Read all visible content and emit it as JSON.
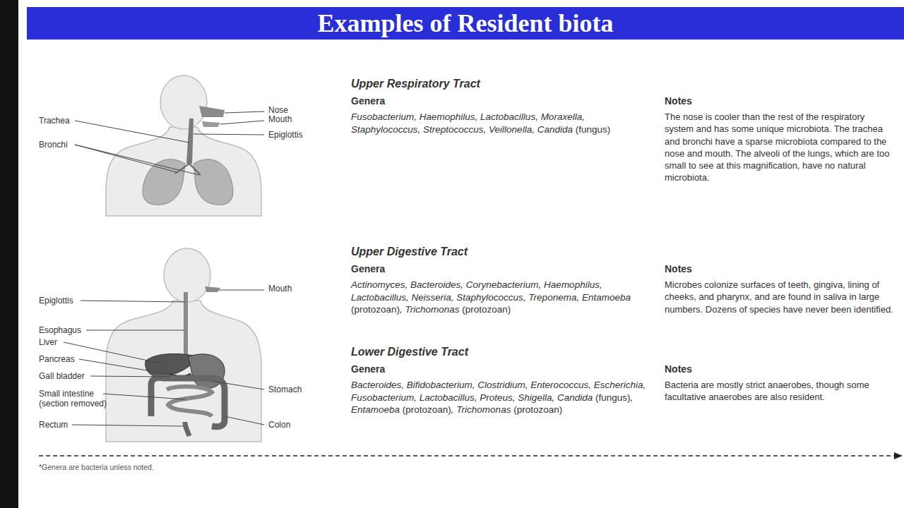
{
  "diagram": {
    "title": "Examples of Resident biota",
    "labels": [
      "Nose",
      "Mouth",
      "Epiglottis",
      "Trachea",
      "Bronchi",
      "Upper Respiratory Tract",
      "Genera",
      "Fusobacterium, Haemophilus, Lactobacillus, Moraxella, Staphylococcus, Streptococcus, Veillonella, Candida (fungus)",
      "Notes",
      "The nose is cooler than the rest of the respiratory system and has some unique microbiota. The trachea and bronchi have a sparse microbiota compared to the nose and mouth. The alveoli of the lungs, which are too small to see at this magnification, have no natural microbiota.",
      "Mouth",
      "Epiglottis",
      "Esophagus",
      "Liver",
      "Pancreas",
      "Gall bladder",
      "Small intestine (section removed)",
      "Stomach",
      "Rectum",
      "Colon",
      "Upper Digestive Tract",
      "Genera",
      "Actinomyces, Bacteroides, Corynebacterium, Haemophilus, Lactobacillus, Neisseria, Staphylococcus, Treponema, Entamoeba (protozoan), Trichomonas (protozoan)",
      "Notes",
      "Microbes colonize surfaces of teeth, gingiva, lining of cheeks, and pharynx, and are found in saliva in large numbers. Dozens of species have never been identified.",
      "Lower Digestive Tract",
      "Genera",
      "Bacteroides, Bifidobacterium, Clostridium, Enterococcus, Escherichia, Fusobacterium, Lactobacillus, Proteus, Shigella, Candida (fungus), Entamoeba (protozoan), Trichomonas (protozoan)",
      "Notes",
      "Bacteria are mostly strict anaerobes, though some facultative anaerobes are also resident.",
      "*Genera are bacteria unless noted."
    ]
  }
}
